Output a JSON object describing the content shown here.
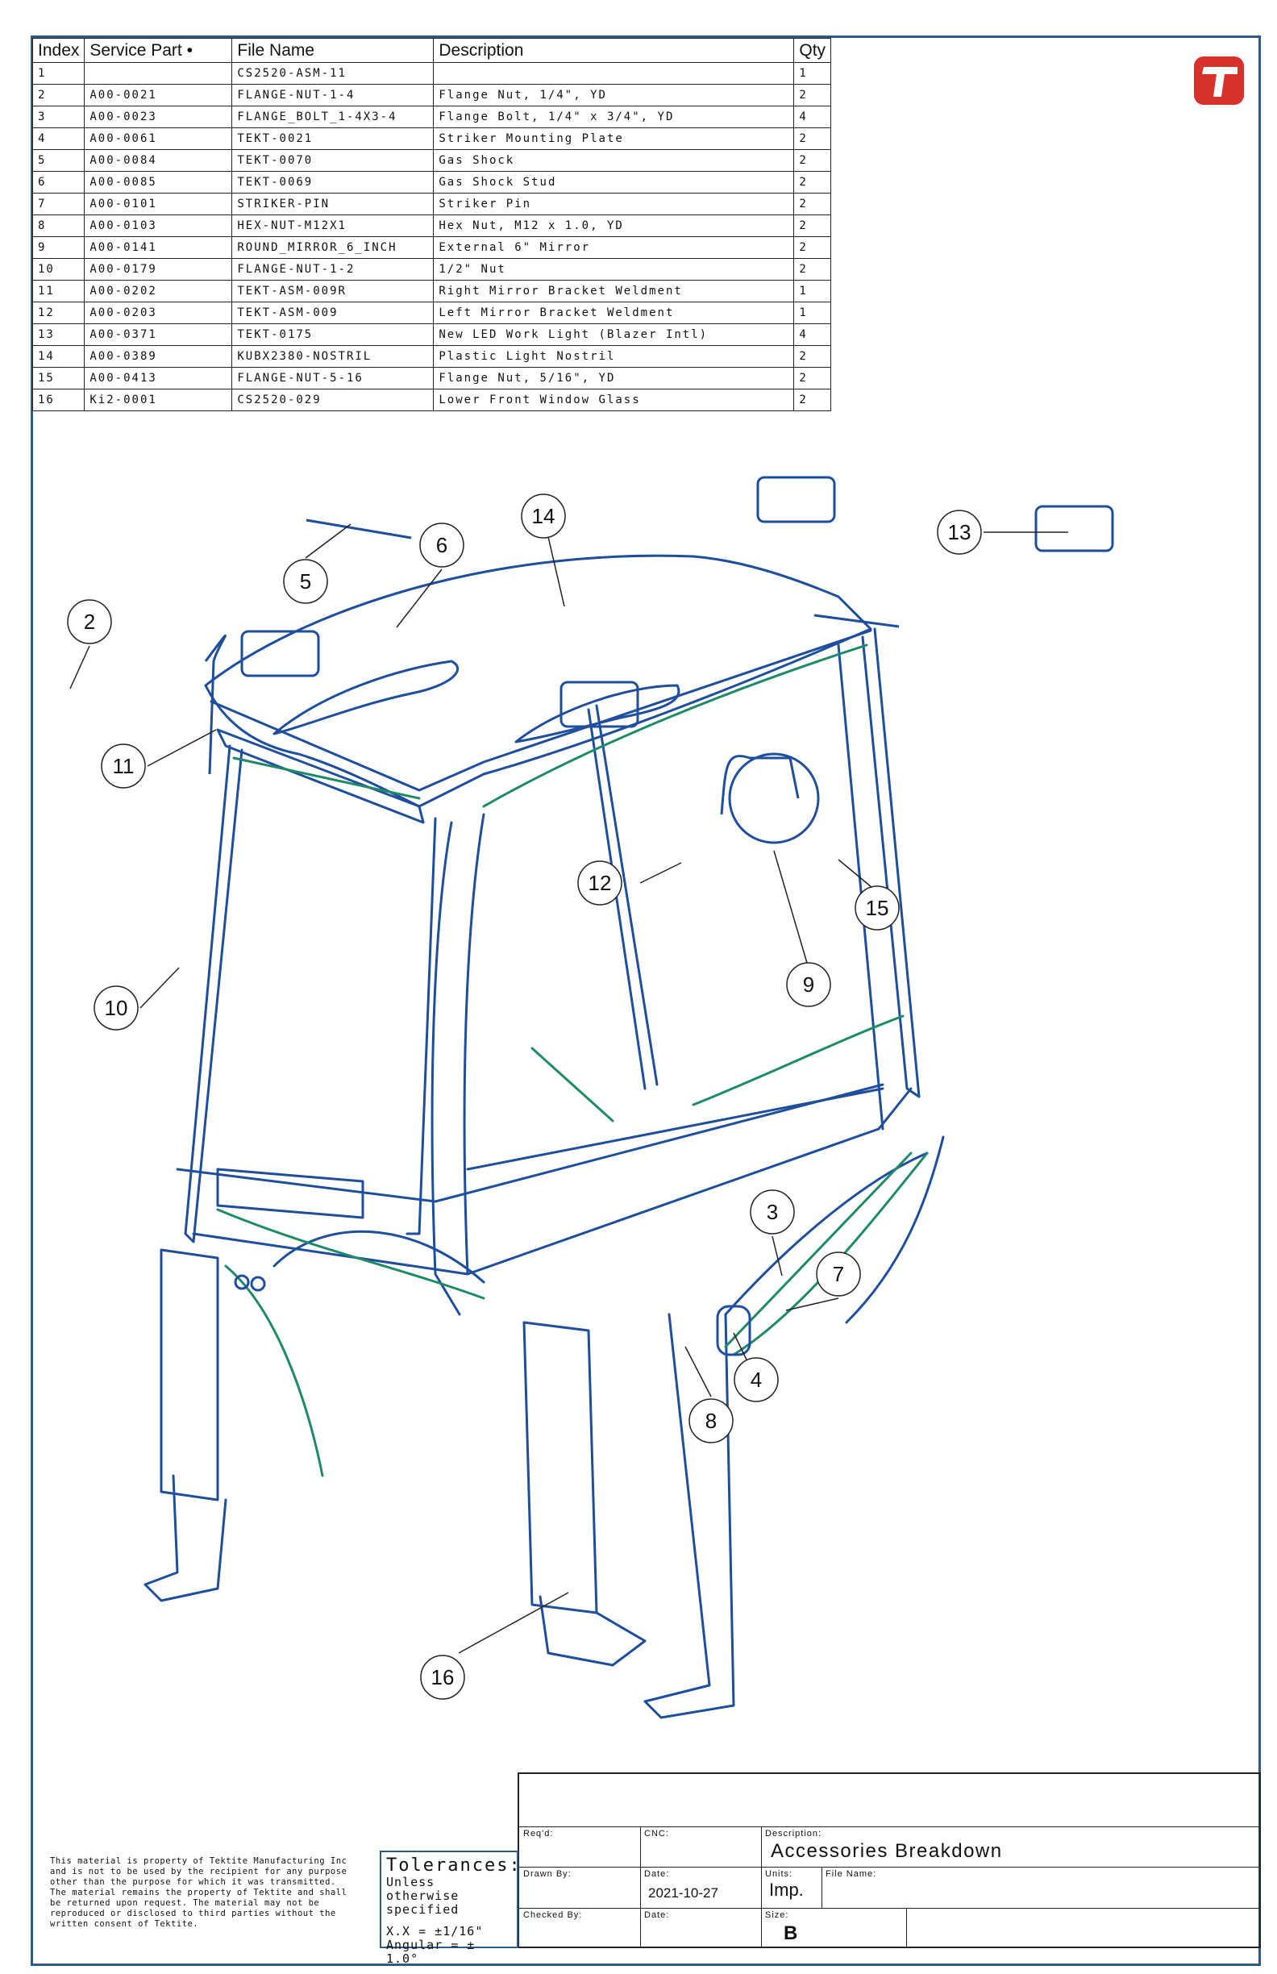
{
  "bom": {
    "headers": [
      "Index",
      "Service Part •",
      "File Name",
      "Description",
      "Qty"
    ],
    "rows": [
      [
        "1",
        "",
        "CS2520-ASM-11",
        "",
        "1"
      ],
      [
        "2",
        "A00-0021",
        "FLANGE-NUT-1-4",
        "Flange Nut, 1/4\", YD",
        "2"
      ],
      [
        "3",
        "A00-0023",
        "FLANGE_BOLT_1-4X3-4",
        "Flange Bolt, 1/4\" x 3/4\", YD",
        "4"
      ],
      [
        "4",
        "A00-0061",
        "TEKT-0021",
        "Striker Mounting Plate",
        "2"
      ],
      [
        "5",
        "A00-0084",
        "TEKT-0070",
        "Gas Shock",
        "2"
      ],
      [
        "6",
        "A00-0085",
        "TEKT-0069",
        "Gas Shock Stud",
        "2"
      ],
      [
        "7",
        "A00-0101",
        "STRIKER-PIN",
        "Striker Pin",
        "2"
      ],
      [
        "8",
        "A00-0103",
        "HEX-NUT-M12X1",
        "Hex Nut, M12 x 1.0, YD",
        "2"
      ],
      [
        "9",
        "A00-0141",
        "ROUND_MIRROR_6_INCH",
        "External 6\" Mirror",
        "2"
      ],
      [
        "10",
        "A00-0179",
        "FLANGE-NUT-1-2",
        "1/2\" Nut",
        "2"
      ],
      [
        "11",
        "A00-0202",
        "TEKT-ASM-009R",
        "Right Mirror Bracket Weldment",
        "1"
      ],
      [
        "12",
        "A00-0203",
        "TEKT-ASM-009",
        "Left Mirror Bracket Weldment",
        "1"
      ],
      [
        "13",
        "A00-0371",
        "TEKT-0175",
        "New LED Work Light (Blazer Intl)",
        "4"
      ],
      [
        "14",
        "A00-0389",
        "KUBX2380-NOSTRIL",
        "Plastic Light Nostril",
        "2"
      ],
      [
        "15",
        "A00-0413",
        "FLANGE-NUT-5-16",
        "Flange Nut, 5/16\", YD",
        "2"
      ],
      [
        "16",
        "Ki2-0001",
        "CS2520-029",
        "Lower Front Window Glass",
        "2"
      ]
    ]
  },
  "callouts": [
    "2",
    "5",
    "6",
    "14",
    "13",
    "11",
    "12",
    "15",
    "9",
    "10",
    "3",
    "7",
    "4",
    "8",
    "16"
  ],
  "colors": {
    "primary_line": "#1f4e9c",
    "secondary_line": "#1e8a6a",
    "logo": "#d6322a",
    "frame": "#2d5b86"
  },
  "title_block": {
    "reqd_label": "Req'd:",
    "cnc_label": "CNC:",
    "description_label": "Description:",
    "description": "Accessories Breakdown",
    "drawn_by_label": "Drawn By:",
    "date_label": "Date:",
    "date": "2021-10-27",
    "units_label": "Units:",
    "units": "Imp.",
    "file_name_label": "File Name:",
    "checked_by_label": "Checked By:",
    "date2_label": "Date:",
    "size_label": "Size:",
    "size": "B"
  },
  "tolerances": {
    "title": "Tolerances:",
    "line1": "Unless otherwise",
    "line2": "specified",
    "line3": "X.X = ±1/16\"",
    "line4": "Angular = ± 1.0°"
  },
  "proprietary_notice": "This material is property of Tektite Manufacturing Inc and is not to be used by the recipient for any purpose other than the purpose for which it was transmitted. The material remains the property of Tektite and shall be returned upon request. The material may not be reproduced or disclosed to third parties without the written consent of Tektite."
}
